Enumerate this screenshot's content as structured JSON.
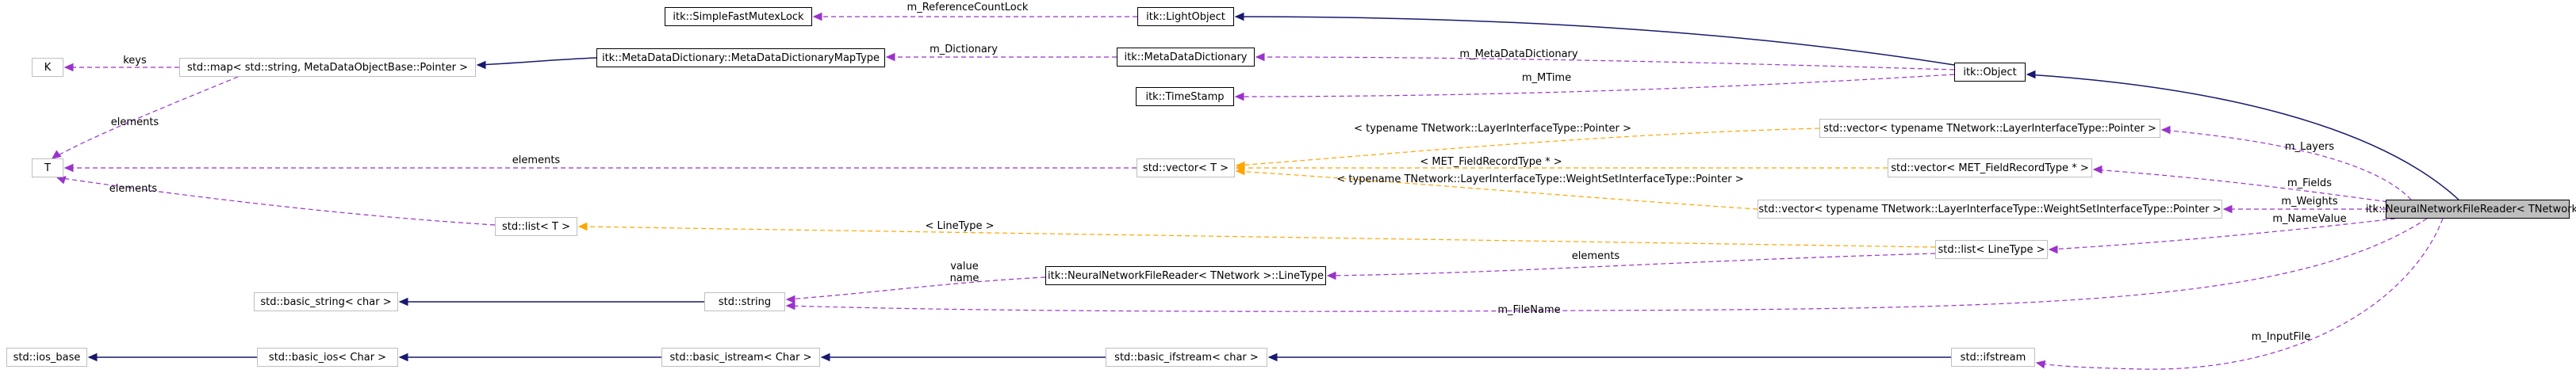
{
  "colors": {
    "inheritance": "#191970",
    "usage": "#9a32cd",
    "template": "#ffa500",
    "grey_border": "#bfbfbf",
    "focus_fill": "#bfbfbf"
  },
  "nodes": {
    "simple_fast_mutex_lock": "itk::SimpleFastMutexLock",
    "light_object": "itk::LightObject",
    "k": "K",
    "map": "std::map< std::string, MetaDataObjectBase::Pointer >",
    "metadata_map_type": "itk::MetaDataDictionary::MetaDataDictionaryMapType",
    "metadata_dictionary": "itk::MetaDataDictionary",
    "object": "itk::Object",
    "timestamp": "itk::TimeStamp",
    "t": "T",
    "vector_t": "std::vector< T >",
    "vector_layer": "std::vector< typename TNetwork::LayerInterfaceType::Pointer >",
    "vector_met": "std::vector< MET_FieldRecordType * >",
    "vector_weightset": "std::vector< typename TNetwork::LayerInterfaceType::WeightSetInterfaceType::Pointer >",
    "neural_reader": "itk::NeuralNetworkFileReader< TNetwork >",
    "list_t": "std::list< T >",
    "list_linetype": "std::list< LineType >",
    "reader_linetype": "itk::NeuralNetworkFileReader< TNetwork >::LineType",
    "basic_string": "std::basic_string< char >",
    "string": "std::string",
    "ios_base": "std::ios_base",
    "basic_ios": "std::basic_ios< Char >",
    "basic_istream": "std::basic_istream< Char >",
    "basic_ifstream": "std::basic_ifstream< char >",
    "ifstream": "std::ifstream"
  },
  "edge_labels": {
    "reference_count_lock": "m_ReferenceCountLock",
    "keys": "keys",
    "map_elements": "elements",
    "dictionary": "m_Dictionary",
    "metadata_dictionary": "m_MetaDataDictionary",
    "mtime": "m_MTime",
    "layer_pointer": "< typename TNetwork::LayerInterfaceType::Pointer >",
    "met_field_record": "< MET_FieldRecordType * >",
    "weightset_pointer": "< typename TNetwork::LayerInterfaceType::WeightSetInterfaceType::Pointer >",
    "vector_elements": "elements",
    "list_elements": "elements",
    "line_type": "< LineType >",
    "layers": "m_Layers",
    "fields": "m_Fields",
    "weights": "m_Weights",
    "name_value": "m_NameValue",
    "linetype_elements": "elements",
    "value": "value",
    "name": "name",
    "file_name": "m_FileName",
    "input_file": "m_InputFile"
  }
}
